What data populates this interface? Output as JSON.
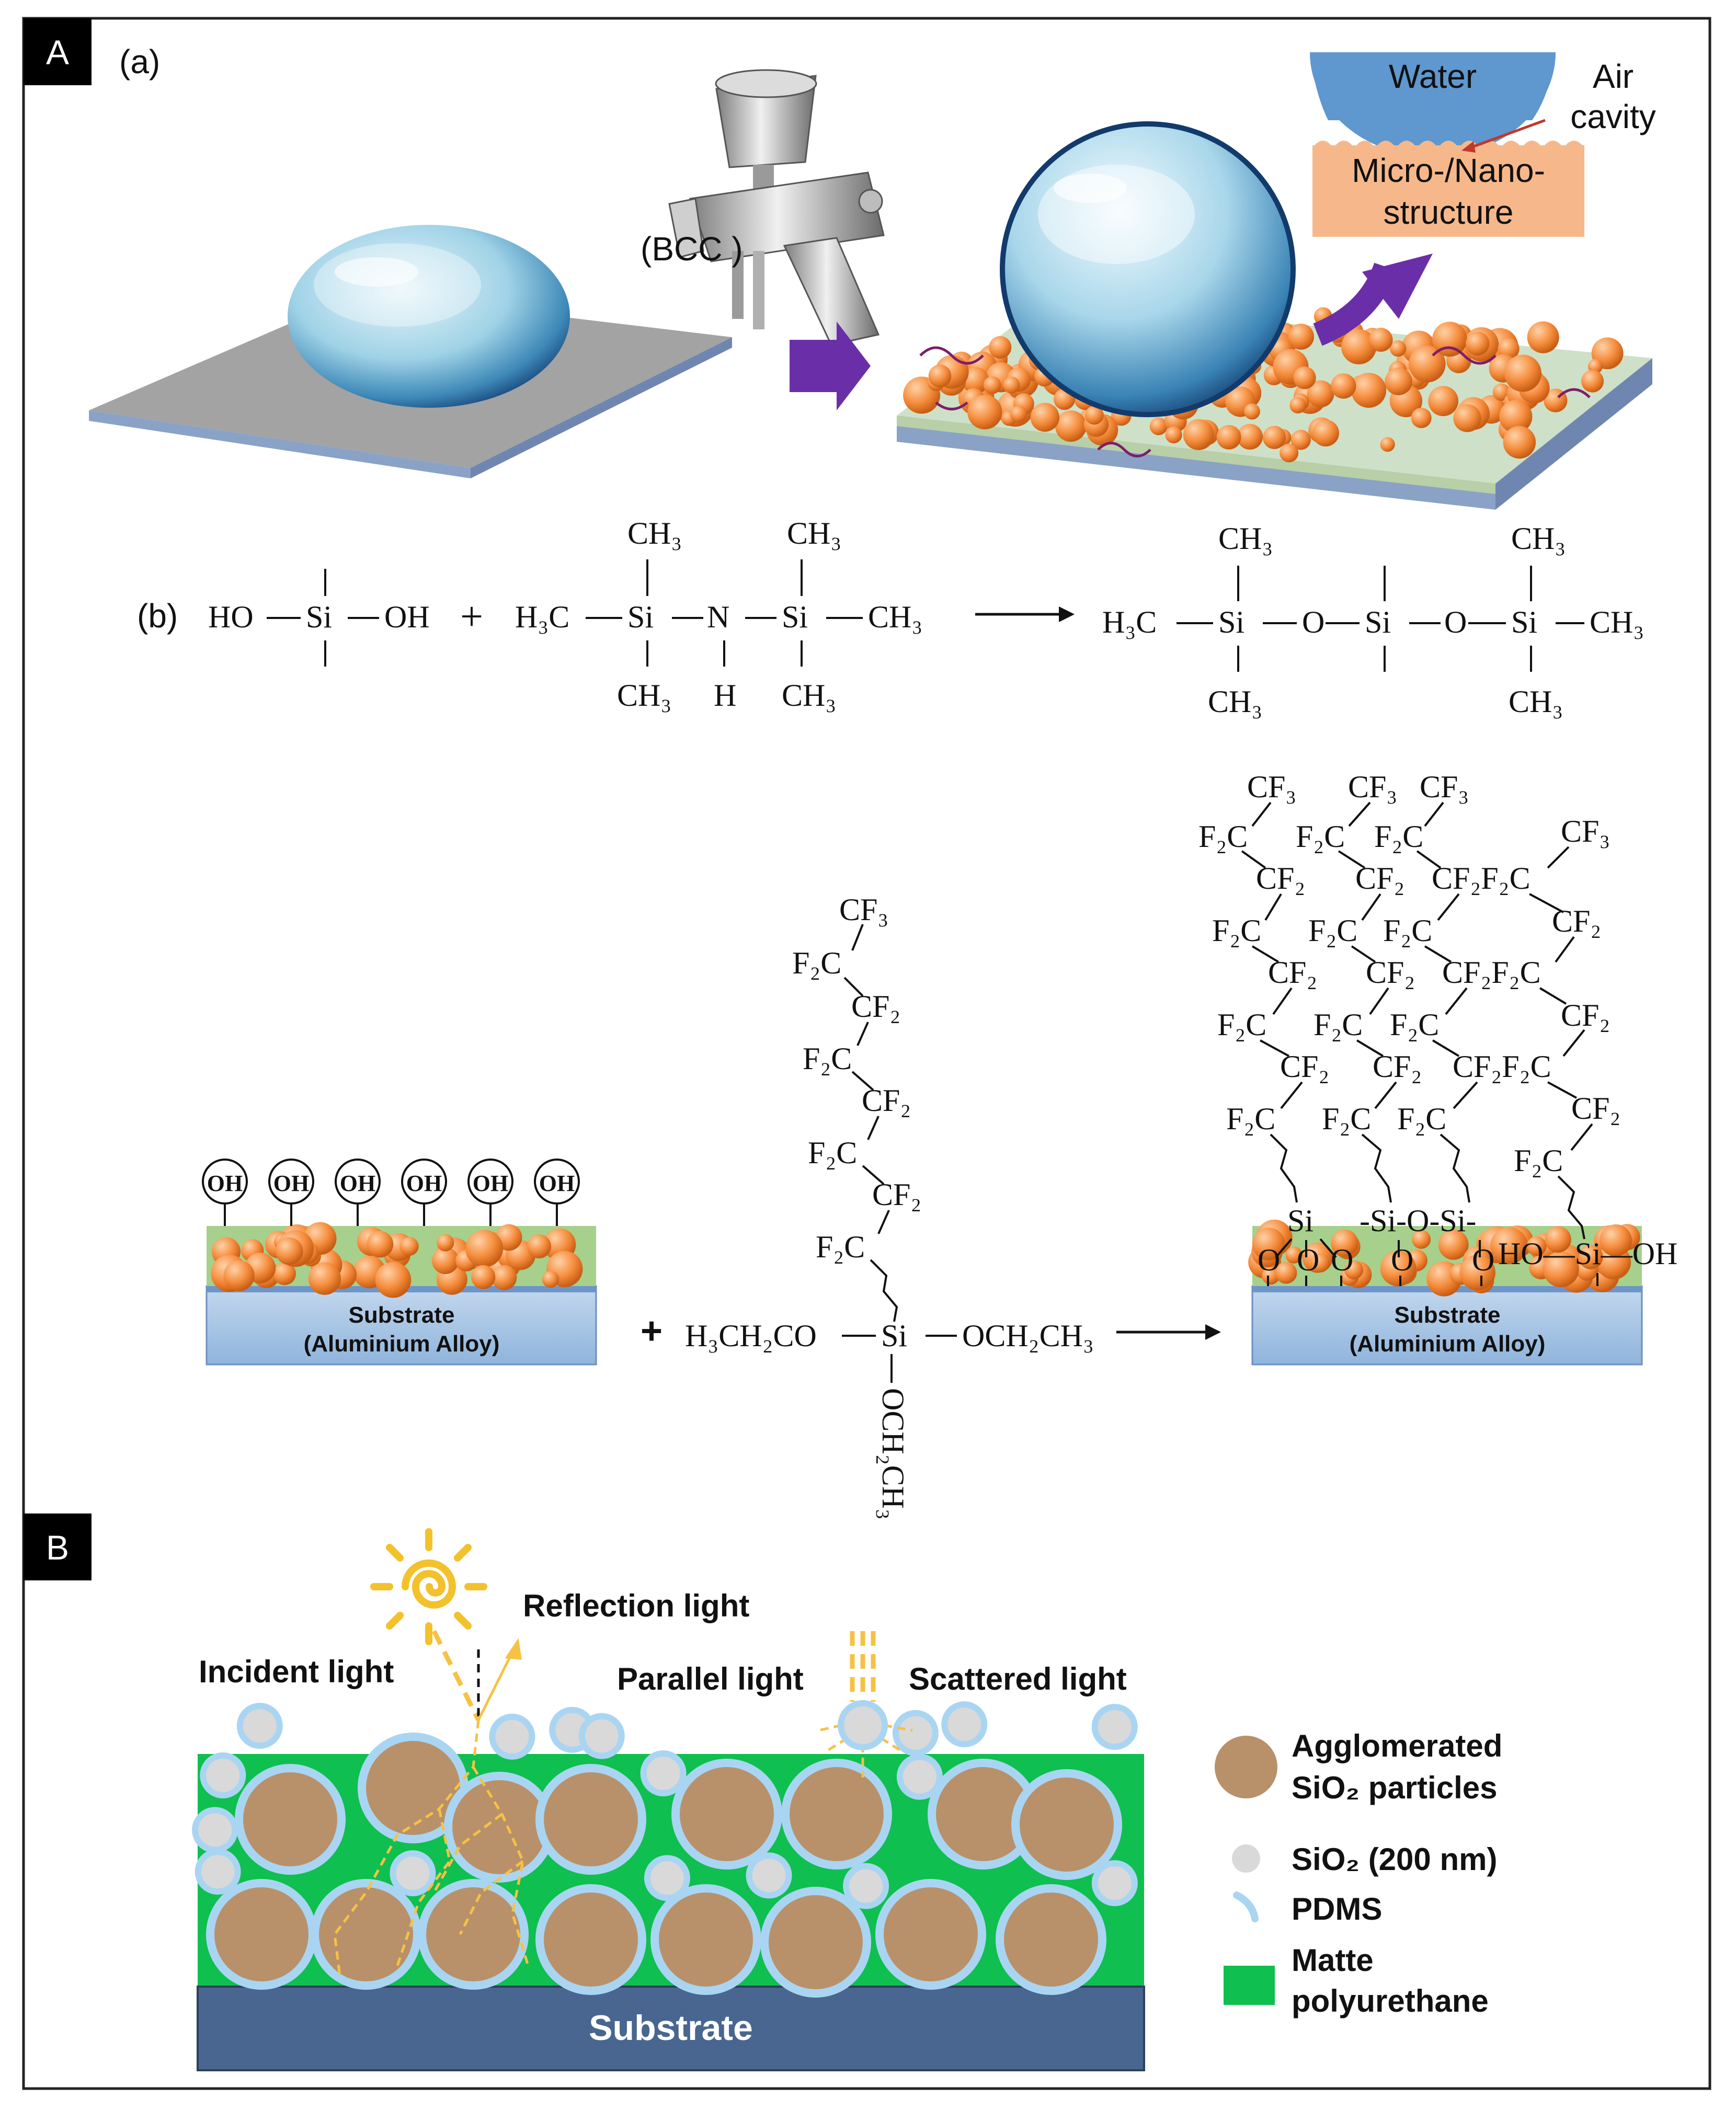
{
  "panel_a": {
    "tag": "A",
    "sub_a": "(a)",
    "bcc": "(BCC )",
    "water": "Water",
    "air1": "Air",
    "air2": "cavity",
    "micro1": "Micro-/Nano-",
    "micro2": "structure",
    "sub_b": "(b)",
    "rxn1": {
      "ho": "HO",
      "si": "Si",
      "oh": "OH",
      "plus": "+",
      "h3c": "H₃C",
      "n": "N",
      "h": "H",
      "ch3": "CH₃",
      "o": "O"
    },
    "chain": {
      "cf3": "CF₃",
      "cf2": "CF₂",
      "f2c": "F₂C",
      "cf2f2c": "CF₂F₂C"
    },
    "silane": {
      "left": "H₃CH₂CO",
      "si": "Si",
      "right": "OCH₂CH₃",
      "bottom": "OCH₂CH₃"
    },
    "oh": "OH",
    "o": "O",
    "si_o_si": "-Si-O-Si-",
    "ho_si_oh": "HO—Si—OH",
    "substrate1": "Substrate",
    "substrate2": "(Aluminium Alloy)"
  },
  "panel_b": {
    "tag": "B",
    "reflection": "Reflection light",
    "incident": "Incident light",
    "parallel": "Parallel light",
    "scattered": "Scattered light",
    "substrate": "Substrate",
    "legend": {
      "agglo1": "Agglomerated",
      "agglo2": "SiO₂ particles",
      "sio2": "SiO₂ (200 nm)",
      "pdms": "PDMS",
      "matte1": "Matte",
      "matte2": "polyurethane"
    }
  },
  "colors": {
    "green": "#0fbf4f",
    "brown": "#b8916a",
    "grey_particle": "#d9d9d9",
    "pdms_blue": "#a9d5f2",
    "substrate_dark": "#48668f",
    "orange": "#f59a4e",
    "purple": "#6a2fa8",
    "water_blue": "#5f97cf",
    "micro_orange": "#f6b88a"
  }
}
